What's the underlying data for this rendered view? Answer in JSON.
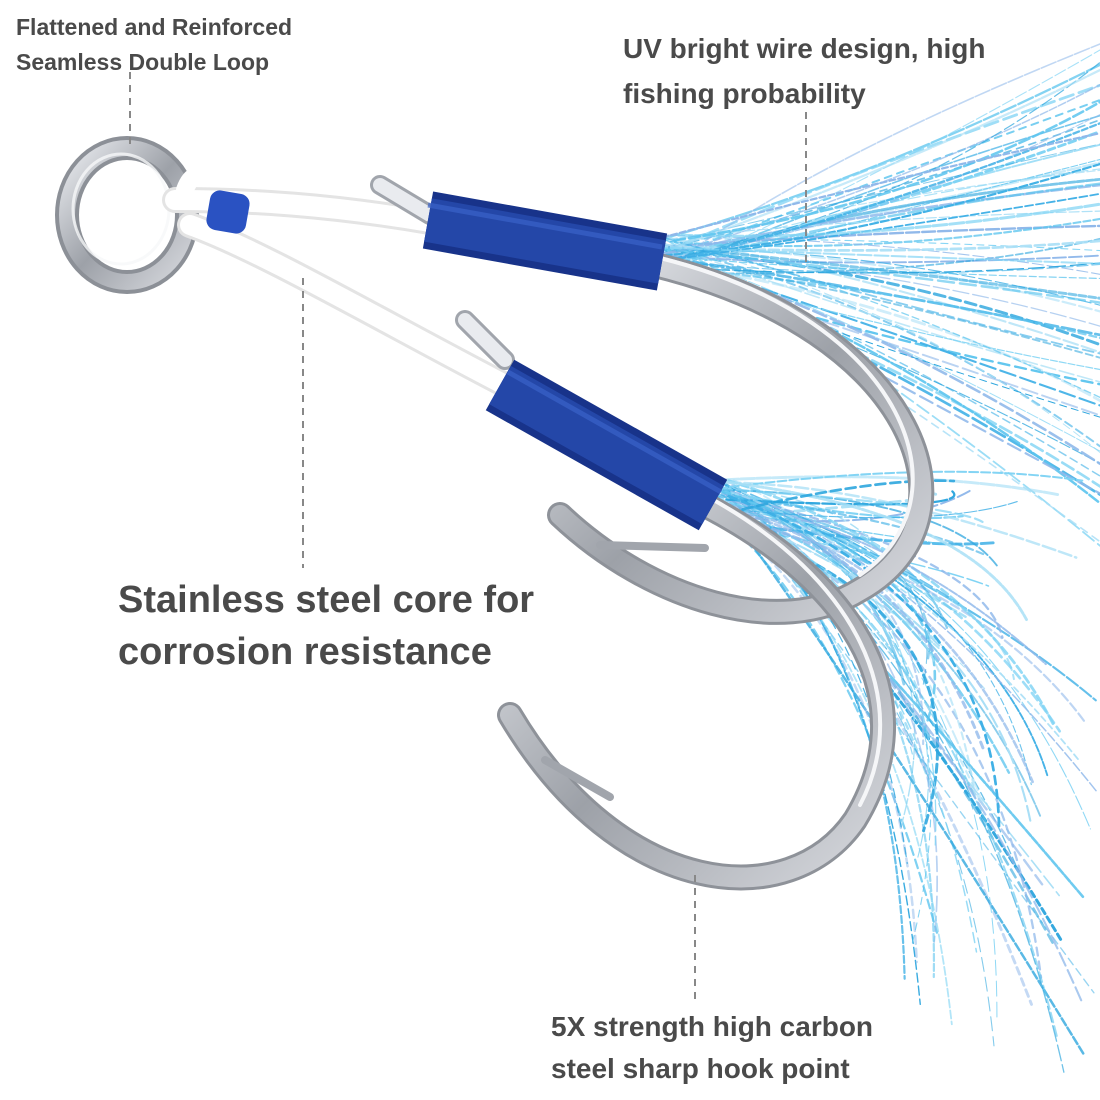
{
  "callouts": {
    "loop": {
      "lines": [
        "Flattened and Reinforced",
        "Seamless Double Loop"
      ]
    },
    "uv_wire": {
      "lines": [
        "UV bright wire design, high",
        "fishing probability"
      ]
    },
    "core": {
      "lines": [
        "Stainless steel core for",
        "corrosion resistance"
      ]
    },
    "hook_point": {
      "lines": [
        "5X strength high carbon",
        "steel sharp hook point"
      ]
    }
  },
  "colors": {
    "text": "#4a4a4a",
    "leader_line": "#888888",
    "steel": "#b9bcc2",
    "steel_highlight": "#f2f3f6",
    "thread_wrap": "#1f3f9a",
    "flash": "#5bc4ee",
    "cord": "#ffffff"
  }
}
